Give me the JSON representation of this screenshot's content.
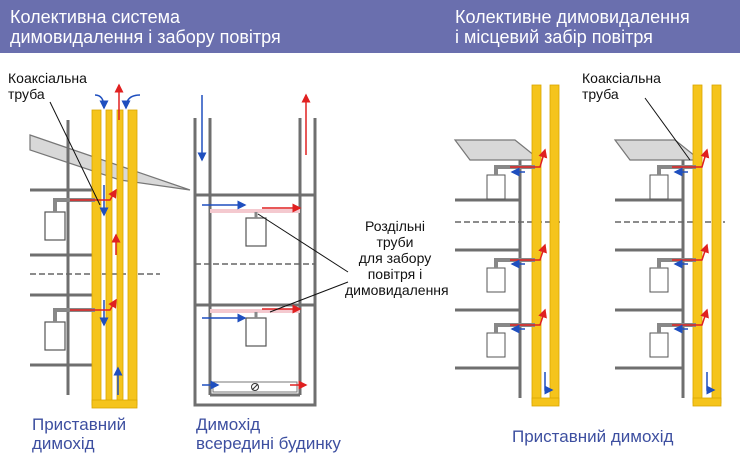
{
  "colors": {
    "header_bg": "#6a6fae",
    "header_text": "#ffffff",
    "caption_text": "#3d4fa0",
    "flue_yellow": "#f5c41c",
    "wall_grey": "#6f6f6f",
    "air_flow": "#1f4fbf",
    "exhaust_flow": "#e02020",
    "separate_pipe": "#f4c9cf"
  },
  "header": {
    "left_title": "Колективна система\nдимовидалення і забору повітря",
    "right_title": "Колективне димовидалення\nі місцевий забір повітря"
  },
  "labels": {
    "coaxial_left": "Коаксіальна\nтруба",
    "coaxial_right": "Коаксіальна\nтруба",
    "separate_pipes": "Роздільні\nтруби\nдля забору\nповітря і\nдимовидалення"
  },
  "captions": {
    "attached_left": "Приставний\nдимохід",
    "inside_building": "Димохід\nвсередині будинку",
    "attached_right": "Приставний димохід"
  },
  "icons": [
    "boiler-icon",
    "air-flow-arrow-icon",
    "exhaust-flow-arrow-icon",
    "damper-icon"
  ]
}
